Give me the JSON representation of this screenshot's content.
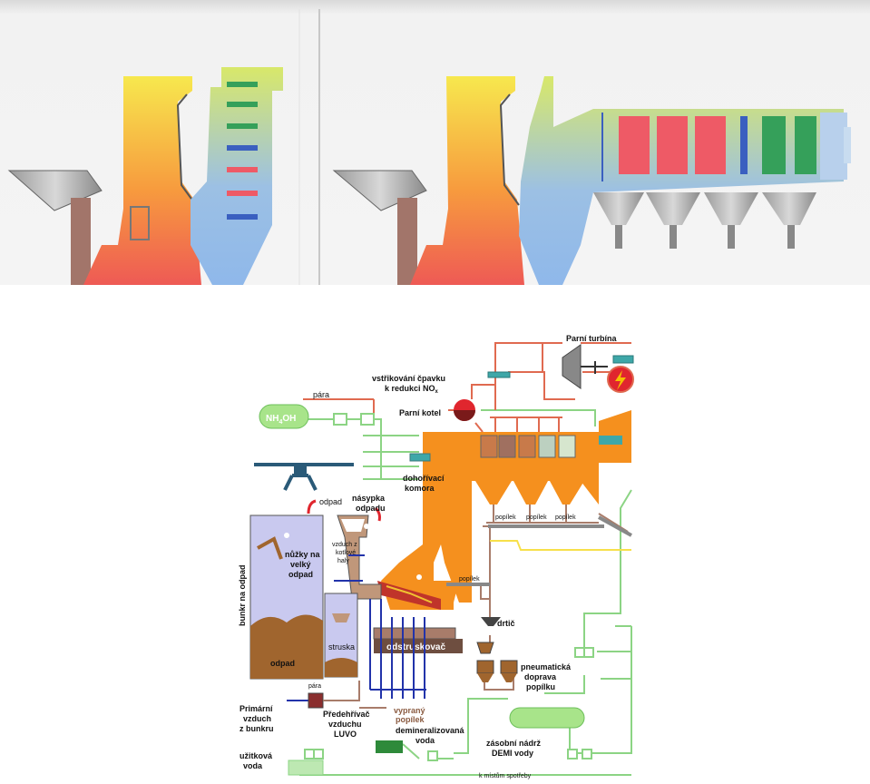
{
  "colors": {
    "boiler": "#f5901e",
    "bunker": "#c9c9ef",
    "waste": "#a0652e",
    "steam": "#e06a50",
    "water": "#8cd484",
    "air": "#2233aa",
    "hot": "#ee5a55",
    "warm": "#f7e04a",
    "cool": "#8fb8ea",
    "filter_green": "#3e9a55"
  },
  "labels": {
    "steam_turbine": "Parní turbína",
    "steam_boiler": "Parní kotel",
    "ammonia_injection_1": "vstřikování čpavku",
    "ammonia_injection_2": "k redukci NO",
    "ammonia_injection_sub": "x",
    "ammonia_tank_main": "NH",
    "ammonia_tank_sub1": "4",
    "ammonia_tank_rest": "OH",
    "steam_small": "pára",
    "steam_small_2": "pára",
    "afterburner_1": "dohořívací",
    "afterburner_2": "komora",
    "hopper_1": "násypka",
    "hopper_2": "odpadu",
    "waste_arrow": "odpad",
    "air_from_hall_1": "vzduch z",
    "air_from_hall_2": "kotlové",
    "air_from_hall_3": "haly",
    "shears_1": "nůžky na",
    "shears_2": "velký",
    "shears_3": "odpad",
    "bunker": "bunkr na odpad",
    "waste_pile": "odpad",
    "slag": "struska",
    "slag_remover": "odstruskovač",
    "washed_ash_1": "vypraný",
    "washed_ash_2": "popílek",
    "fly_ash_1": "popílek",
    "fly_ash_2": "popílek",
    "fly_ash_3": "popílek",
    "fly_ash_4": "popílek",
    "crusher": "drtič",
    "pneumatic_1": "pneumatická",
    "pneumatic_2": "doprava",
    "pneumatic_3": "popílku",
    "primary_air_1": "Primární",
    "primary_air_2": "vzduch",
    "primary_air_3": "z bunkru",
    "preheater_1": "Předehřívač",
    "preheater_2": "vzduchu",
    "preheater_3": "LUVO",
    "demin_1": "demineralizovaná",
    "demin_2": "voda",
    "demi_tank_1": "zásobní nádrž",
    "demi_tank_2": "DEMI vody",
    "service_water_1": "užitková",
    "service_water_2": "voda",
    "to_consumers": "k místům spotřeby"
  }
}
